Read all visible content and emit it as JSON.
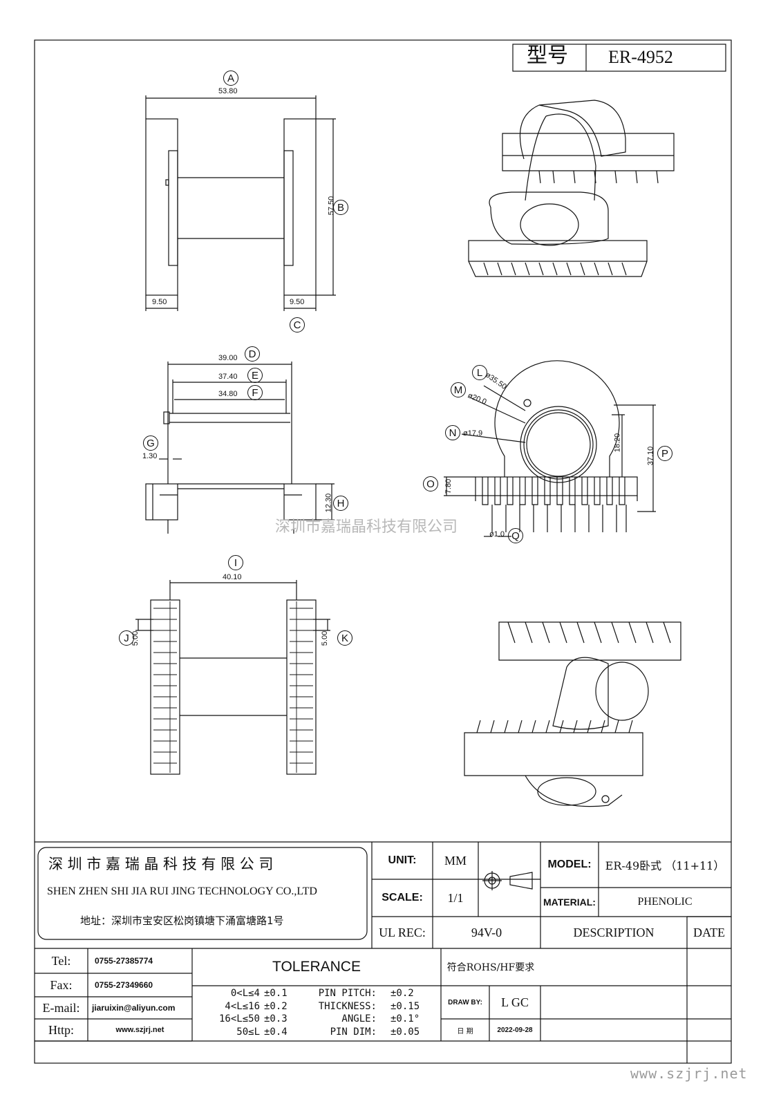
{
  "header": {
    "model_label": "型号",
    "model_value": "ER-4952"
  },
  "dimensions": {
    "A": "53.80",
    "B": "57.50",
    "C": "9.50",
    "C_left": "9.50",
    "D": "39.00",
    "E": "37.40",
    "F": "34.80",
    "G": "1.30",
    "H": "12.30",
    "I": "40.10",
    "J": "5.00",
    "K": "5.00",
    "L": "ø35.50",
    "M": "ø20.0",
    "N": "ø17.9",
    "O": "7.80",
    "P": "37.10",
    "P_inner": "18.20",
    "Q": "ø1.0"
  },
  "markers": [
    "A",
    "B",
    "C",
    "D",
    "E",
    "F",
    "G",
    "H",
    "I",
    "J",
    "K",
    "L",
    "M",
    "N",
    "O",
    "P",
    "Q"
  ],
  "watermark": "深圳市嘉瑞晶科技有限公司",
  "footer_watermark": "www.szjrj.net",
  "company": {
    "name_cn": "深 圳 市 嘉 瑞 晶 科 技 有 限 公 司",
    "name_en": "SHEN ZHEN SHI   JIA RUI JING   TECHNOLOGY CO.,LTD",
    "address": "地址：深圳市宝安区松岗镇塘下涌富塘路1号"
  },
  "title_block": {
    "unit_label": "UNIT:",
    "unit_value": "MM",
    "scale_label": "SCALE:",
    "scale_value": "1/1",
    "ul_label": "UL REC:",
    "ul_value": "94V-0",
    "model_label": "MODEL:",
    "model_value": "ER-49卧式 （11+11）",
    "material_label": "MATERIAL:",
    "material_value": "PHENOLIC",
    "description_label": "DESCRIPTION",
    "date_label": "DATE"
  },
  "contact": [
    {
      "label": "Tel:",
      "value": "0755-27385774"
    },
    {
      "label": "Fax:",
      "value": "0755-27349660"
    },
    {
      "label": "E-mail:",
      "value": "jiaruixin@aliyun.com"
    },
    {
      "label": "Http:",
      "value": "www.szjrj.net"
    }
  ],
  "tolerance": {
    "title": "TOLERANCE",
    "ranges": [
      {
        "range": "0<L≤4",
        "tol": "±0.1"
      },
      {
        "range": "4<L≤16",
        "tol": "±0.2"
      },
      {
        "range": "16<L≤50",
        "tol": "±0.3"
      },
      {
        "range": "50≤L",
        "tol": "±0.4"
      }
    ],
    "specs": [
      {
        "name": "PIN PITCH:",
        "tol": "±0.2"
      },
      {
        "name": "THICKNESS:",
        "tol": "±0.15"
      },
      {
        "name": "ANGLE:",
        "tol": "±0.1°"
      },
      {
        "name": "PIN DIM:",
        "tol": "±0.05"
      }
    ]
  },
  "compliance": "符合ROHS/HF要求",
  "draw_by_label": "DRAW BY:",
  "draw_by_value": "L GC",
  "date_row_label": "日 期",
  "date_row_value": "2022-09-28"
}
